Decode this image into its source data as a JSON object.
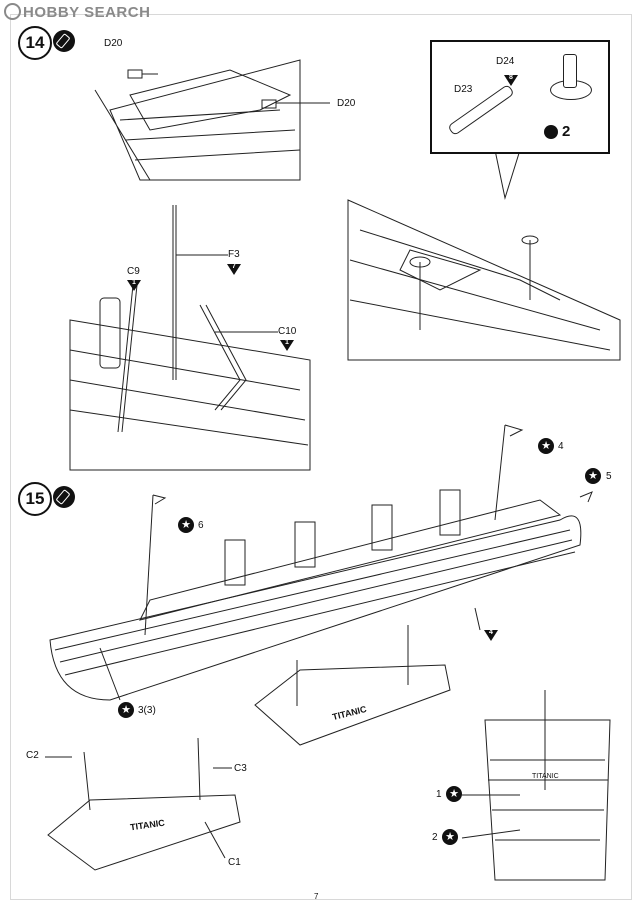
{
  "watermark": "HOBBY SEARCH",
  "page_number": "7",
  "step14": {
    "number": "14",
    "labels": {
      "d20_top": "D20",
      "d20_right": "D20",
      "f3": "F3",
      "c9": "C9",
      "c10": "C10"
    },
    "tri_values": {
      "f3": "7",
      "c9": "1",
      "c10": "1"
    },
    "callout": {
      "d24": "D24",
      "d23": "D23",
      "d24_tri": "8",
      "qty": "2"
    }
  },
  "step15": {
    "number": "15",
    "stars": {
      "s4": "4",
      "s5": "5",
      "s6": "6",
      "s3": "3(3)"
    },
    "tri_4": "4",
    "stand_labels": {
      "c2": "C2",
      "c3": "C3",
      "c1": "C1"
    },
    "stand_name_1": "TITANIC",
    "stand_name_2": "TITANIC",
    "front_name": "TITANIC",
    "front_stars": {
      "s1": "1",
      "s2": "2"
    }
  }
}
